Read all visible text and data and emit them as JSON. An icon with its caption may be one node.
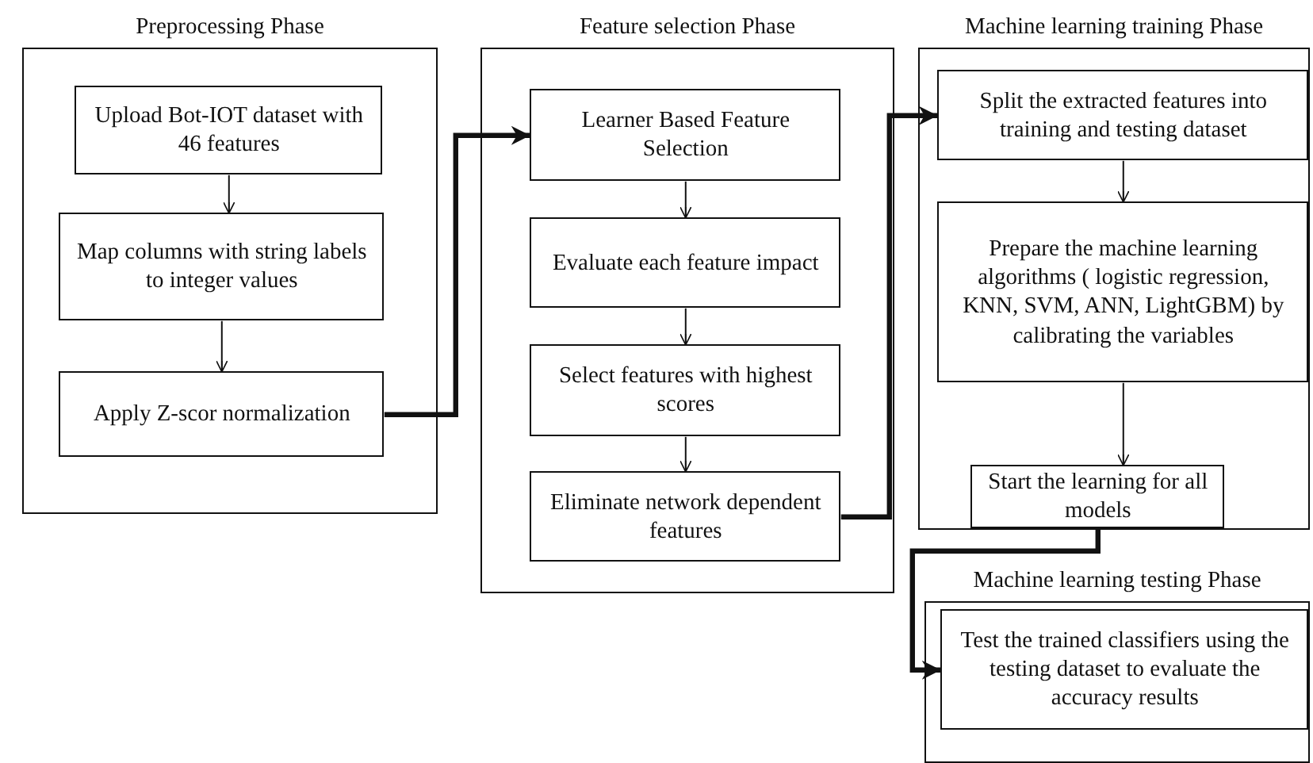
{
  "diagram": {
    "nodes": [
      {
        "text": [
          "Preprocessing Phase"
        ]
      },
      {
        "text": [
          "Upload Bot-IOT dataset with 46 features"
        ],
        "in": 0
      },
      {
        "text": [
          "Map columns with string labels to integer values"
        ],
        "in": 0
      },
      {
        "text": [
          "Apply Z-scor normalization"
        ],
        "in": 0
      },
      {
        "text": [
          "Feature selection Phase"
        ]
      },
      {
        "text": [
          "Learner Based Feature Selection"
        ],
        "in": 4
      },
      {
        "text": [
          "Evaluate each feature impact"
        ],
        "in": 4
      },
      {
        "text": [
          "Select features with highest scores"
        ],
        "in": 4
      },
      {
        "text": [
          "Eliminate network dependent features"
        ],
        "in": 4
      },
      {
        "text": [
          "Machine learning training Phase"
        ]
      },
      {
        "text": [
          "Split the extracted features into training and testing dataset"
        ],
        "in": 9
      },
      {
        "text": [
          "Prepare the machine learning algorithms ( logistic regression, KNN, SVM, ANN, LightGBM) by calibrating the variables"
        ],
        "in": 9
      },
      {
        "text": [
          "Start the learning for all models"
        ],
        "in": 9
      },
      {
        "text": [
          "Machine learning testing Phase"
        ]
      },
      {
        "text": [
          "Test the trained classifiers using the testing dataset to evaluate the accuracy results"
        ],
        "in": 13
      }
    ],
    "edges": [
      {
        "from": 1,
        "to": 2,
        "arrow": "to"
      },
      {
        "from": 2,
        "to": 3,
        "arrow": "to"
      },
      {
        "from": 3,
        "to": 5,
        "arrow": "to",
        "style": "thick"
      },
      {
        "from": 5,
        "to": 6,
        "arrow": "to"
      },
      {
        "from": 6,
        "to": 7,
        "arrow": "to"
      },
      {
        "from": 7,
        "to": 8,
        "arrow": "to"
      },
      {
        "from": 8,
        "to": 10,
        "arrow": "to",
        "style": "thick"
      },
      {
        "from": 10,
        "to": 11,
        "arrow": "to"
      },
      {
        "from": 11,
        "to": 12,
        "arrow": "to"
      },
      {
        "from": 12,
        "to": 14,
        "arrow": "to",
        "style": "thick"
      }
    ]
  }
}
